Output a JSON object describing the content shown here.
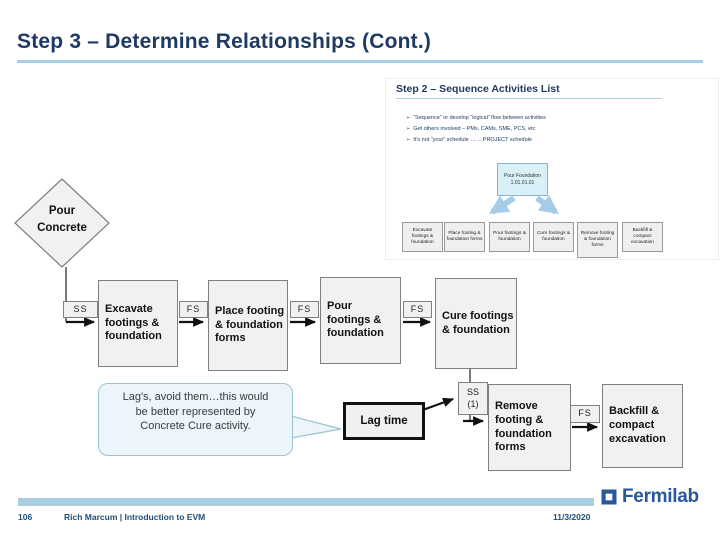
{
  "slide": {
    "title": "Step 3 – Determine Relationships (Cont.)"
  },
  "embedded_slide": {
    "title": "Step 2 – Sequence Activities List",
    "bullets": [
      {
        "marker": "➢",
        "text": "“Sequence” or develop “logical” flow between activities"
      },
      {
        "marker": "➢",
        "text": "Get others involved – PMs, CAMs, SME, PCS, etc"
      },
      {
        "marker": "➢",
        "text": "It’s not “your” schedule … …PROJECT schedule"
      }
    ],
    "mini_chart": {
      "top_box": "Pour Foundation 1.01.01.01"
    }
  },
  "diagram": {
    "diamond_label": "Pour Concrete",
    "activities": [
      {
        "label": "Excavate footings & foundation"
      },
      {
        "label": "Place footing & foundation forms"
      },
      {
        "label": "Pour footings & foundation"
      },
      {
        "label": "Cure footings & foundation"
      },
      {
        "label": "Remove footing & foundation forms"
      },
      {
        "label": "Backfill & compact excavation"
      }
    ],
    "links": {
      "ss": "SS",
      "fs1": "FS",
      "fs2": "FS",
      "fs3": "FS",
      "ss1_line1": "SS",
      "ss1_line2": "(1)",
      "fs4": "FS"
    },
    "lag_box": "Lag time",
    "callout": "Lag's, avoid them…this would be better represented by Concrete Cure activity."
  },
  "footer": {
    "page_number": "106",
    "credit": "Rich Marcum | Introduction to EVM",
    "date": "11/3/2020",
    "logo_text": "Fermilab"
  },
  "colors": {
    "title_navy": "#1F3A63",
    "underline_blue": "#A9CFE5",
    "box_fill": "#F1F1F1",
    "box_border": "#7F7F7F",
    "callout_fill": "#EBF5FB",
    "callout_border": "#9CC3D5",
    "mini_box_fill": "#D9F0F8",
    "mini_arrow_blue": "#A5CBE8",
    "fermilab_blue": "#29579A",
    "footer_text_navy": "#1F4E79"
  }
}
